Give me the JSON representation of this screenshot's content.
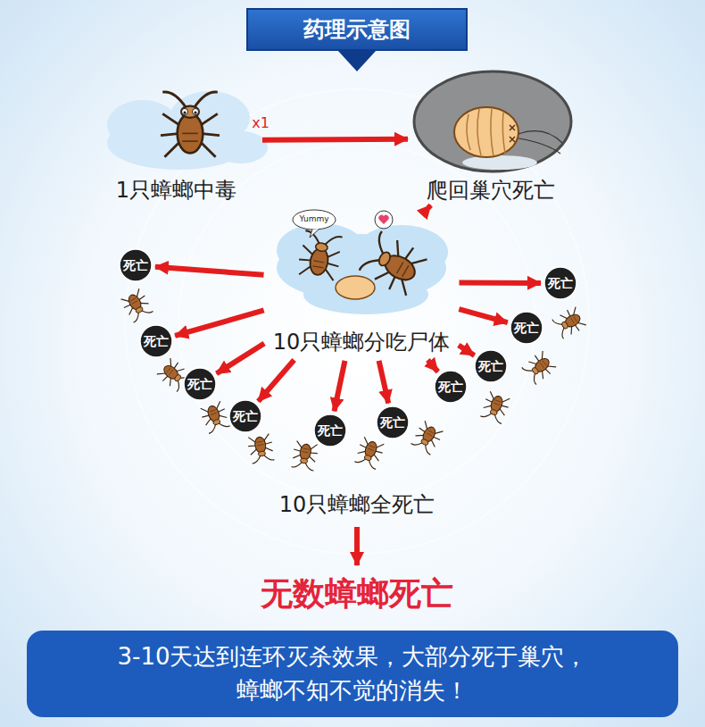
{
  "diagram": {
    "title": "药理示意图",
    "nodes": [
      {
        "text": [
          "1只蟑螂中毒"
        ]
      },
      {
        "text": [
          "爬回巢穴死亡"
        ]
      },
      {
        "text": [
          "10只蟑螂分吃尸体"
        ]
      },
      {
        "text": [
          "死亡"
        ]
      },
      {
        "text": [
          "死亡"
        ]
      },
      {
        "text": [
          "死亡"
        ]
      },
      {
        "text": [
          "死亡"
        ]
      },
      {
        "text": [
          "死亡"
        ]
      },
      {
        "text": [
          "死亡"
        ]
      },
      {
        "text": [
          "死亡"
        ]
      },
      {
        "text": [
          "死亡"
        ]
      },
      {
        "text": [
          "死亡"
        ]
      },
      {
        "text": [
          "死亡"
        ]
      },
      {
        "text": [
          "10只蟑螂全死亡"
        ]
      },
      {
        "text": [
          "无数蟑螂死亡"
        ]
      },
      {
        "text": [
          "3-10天达到连环灭杀效果，大部分死于巢穴， 蟑螂不知不觉的消失！"
        ]
      }
    ],
    "edges": [
      {
        "from": 0,
        "to": 1,
        "arrow": "to"
      },
      {
        "from": 1,
        "to": 2,
        "arrow": "to"
      },
      {
        "from": 2,
        "to": 3,
        "arrow": "to"
      },
      {
        "from": 2,
        "to": 4,
        "arrow": "to"
      },
      {
        "from": 2,
        "to": 5,
        "arrow": "to"
      },
      {
        "from": 2,
        "to": 6,
        "arrow": "to"
      },
      {
        "from": 2,
        "to": 7,
        "arrow": "to"
      },
      {
        "from": 2,
        "to": 8,
        "arrow": "to"
      },
      {
        "from": 2,
        "to": 9,
        "arrow": "to"
      },
      {
        "from": 2,
        "to": 10,
        "arrow": "to"
      },
      {
        "from": 2,
        "to": 11,
        "arrow": "to"
      },
      {
        "from": 2,
        "to": 12,
        "arrow": "to"
      },
      {
        "from": 13,
        "to": 14,
        "arrow": "to"
      }
    ],
    "labels": [
      "x1",
      "Yummy"
    ]
  }
}
